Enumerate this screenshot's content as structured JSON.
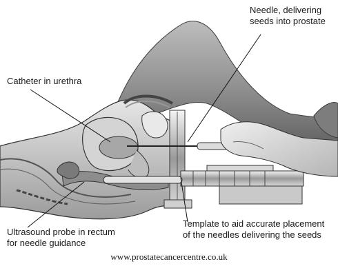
{
  "labels": {
    "needle": [
      "Needle, delivering",
      "seeds into prostate"
    ],
    "catheter": [
      "Catheter in urethra"
    ],
    "probe": [
      "Ultrasound probe in rectum",
      "for needle guidance"
    ],
    "template": [
      "Template to aid accurate placement",
      "of the needles delivering the seeds"
    ]
  },
  "footer": {
    "url": "www.prostatecancercentre.co.uk"
  },
  "colors": {
    "ink": "#1a1a1a",
    "leg": "#8a8a8a",
    "leg_dark": "#5e5e5e",
    "tissue": "#b9b9b9"
  }
}
